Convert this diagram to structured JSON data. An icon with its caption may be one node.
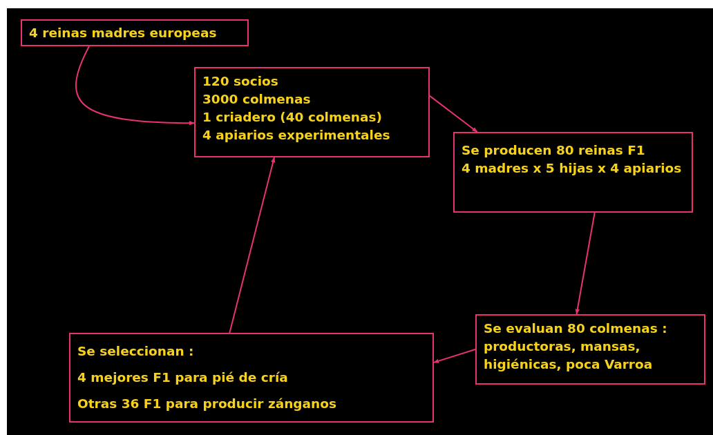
{
  "diagram": {
    "nodes": [
      {
        "text": [
          "4 reinas madres europeas"
        ]
      },
      {
        "text": [
          "120 socios",
          "3000 colmenas",
          "1 criadero (40 colmenas)",
          "4 apiarios experimentales"
        ]
      },
      {
        "text": [
          "Se producen 80 reinas F1",
          "4 madres x 5 hijas x 4 apiarios"
        ]
      },
      {
        "text": [
          "Se evaluan 80 colmenas : productoras, mansas, higiénicas, poca Varroa"
        ]
      },
      {
        "text": [
          "Se seleccionan :",
          "4 mejores F1 para pié de cría",
          "Otras 36 F1 para producir zánganos"
        ]
      }
    ],
    "edges": [
      {
        "from": 0,
        "to": 1,
        "arrow": "to"
      },
      {
        "from": 1,
        "to": 2,
        "arrow": "to"
      },
      {
        "from": 2,
        "to": 3,
        "arrow": "to"
      },
      {
        "from": 3,
        "to": 4,
        "arrow": "to"
      },
      {
        "from": 4,
        "to": 1,
        "arrow": "to"
      }
    ]
  }
}
